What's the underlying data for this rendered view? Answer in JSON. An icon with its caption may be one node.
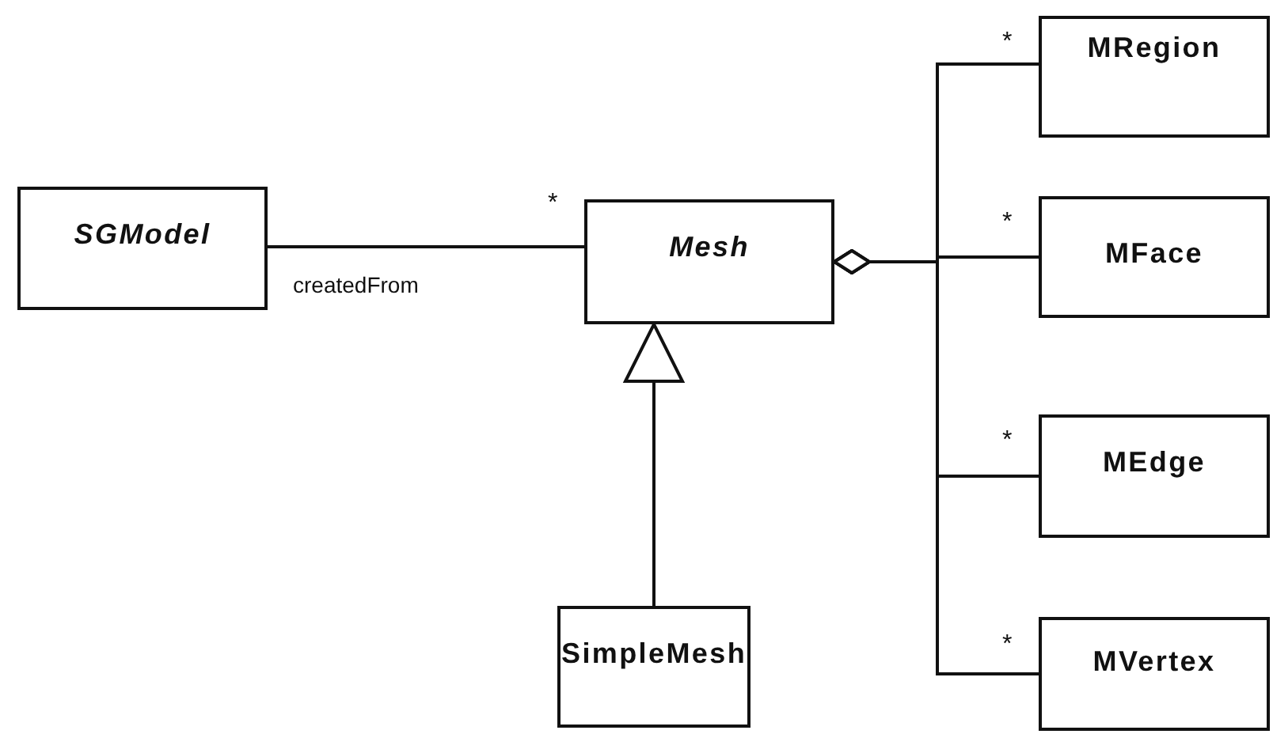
{
  "diagram": {
    "nodes": [
      {
        "text": [
          "SGModel"
        ]
      },
      {
        "text": [
          "Mesh"
        ]
      },
      {
        "text": [
          "MRegion"
        ]
      },
      {
        "text": [
          "MFace"
        ]
      },
      {
        "text": [
          "MEdge"
        ]
      },
      {
        "text": [
          "MVertex"
        ]
      },
      {
        "text": [
          "SimpleMesh"
        ]
      }
    ],
    "edges": [
      {
        "from": 0,
        "to": 1,
        "arrow": "none",
        "label": "createdFrom"
      },
      {
        "from": 1,
        "to": 2,
        "arrow": "other"
      },
      {
        "from": 1,
        "to": 3,
        "arrow": "other"
      },
      {
        "from": 1,
        "to": 4,
        "arrow": "other"
      },
      {
        "from": 1,
        "to": 5,
        "arrow": "other"
      },
      {
        "from": 6,
        "to": 1,
        "arrow": "to"
      }
    ],
    "labels": [
      "*",
      "*",
      "*",
      "*",
      "*"
    ]
  }
}
